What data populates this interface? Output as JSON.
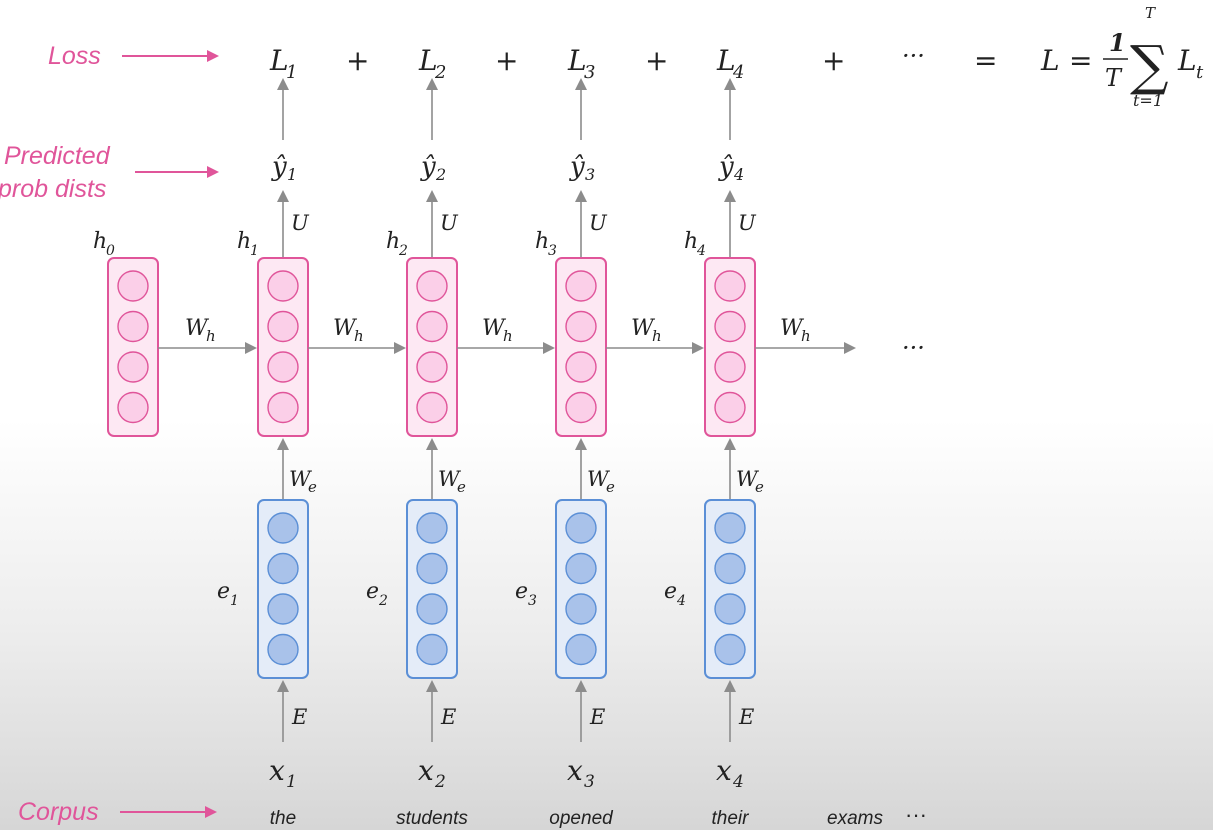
{
  "labels": {
    "loss": "Loss",
    "predicted_line1": "Predicted",
    "predicted_line2": "prob dists",
    "corpus": "Corpus"
  },
  "loss_row": {
    "terms": [
      "L",
      "L",
      "L",
      "L"
    ],
    "subs": [
      "1",
      "2",
      "3",
      "4"
    ],
    "plus": "+",
    "ellipsis": "···",
    "equals": "=",
    "formula": {
      "lhs": "L",
      "eq": "=",
      "numerator": "1",
      "denominator": "T",
      "sum_upper": "T",
      "sigma": "∑",
      "sum_lower": "t=1",
      "term": "L",
      "term_sub": "t"
    }
  },
  "predictions": {
    "symbol": "ŷ",
    "subs": [
      "1",
      "2",
      "3",
      "4"
    ]
  },
  "hidden": {
    "symbol": "h",
    "subs": [
      "0",
      "1",
      "2",
      "3",
      "4"
    ],
    "output_weight": "U",
    "recurrent_weight": "W",
    "recurrent_weight_sub": "h",
    "ellipsis": "···"
  },
  "embedding": {
    "symbol": "e",
    "subs": [
      "1",
      "2",
      "3",
      "4"
    ],
    "weight": "W",
    "weight_sub": "e",
    "input_weight": "E"
  },
  "inputs": {
    "symbol": "x",
    "subs": [
      "1",
      "2",
      "3",
      "4"
    ]
  },
  "corpus_words": [
    "the",
    "students",
    "opened",
    "their",
    "exams"
  ],
  "corpus_ellipsis": "···",
  "colors": {
    "accent_pink": "#e0559a",
    "hidden_fill": "#fbcfe8",
    "embed_fill": "#a9c2ea",
    "embed_border": "#5b8fd6",
    "arrow": "#8c8c8c"
  }
}
